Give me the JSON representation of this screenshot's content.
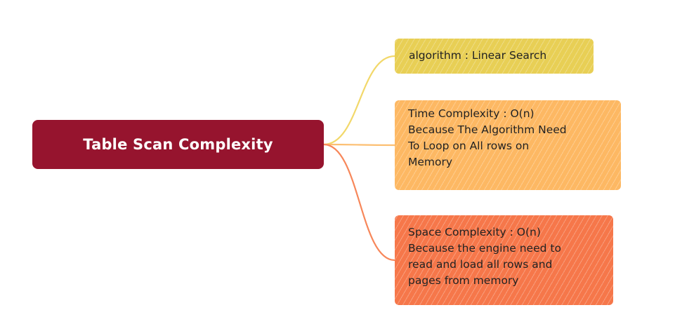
{
  "root": {
    "label": "Table Scan Complexity",
    "color": "#96142e"
  },
  "branches": [
    {
      "id": "algorithm",
      "color": "#e8cf55",
      "connector_color": "#f2d86a",
      "lines": [
        "algorithm : Linear Search"
      ]
    },
    {
      "id": "time",
      "color": "#fdb863",
      "connector_color": "#fcbf72",
      "lines": [
        "Time Complexity : O(n)",
        "Because The Algorithm Need",
        "To Loop on All rows on",
        "Memory"
      ]
    },
    {
      "id": "space",
      "color": "#f6774a",
      "connector_color": "#f7875a",
      "lines": [
        "Space Complexity : O(n)",
        "Because the engine need to",
        "read and load all rows and",
        "pages from memory"
      ]
    }
  ]
}
